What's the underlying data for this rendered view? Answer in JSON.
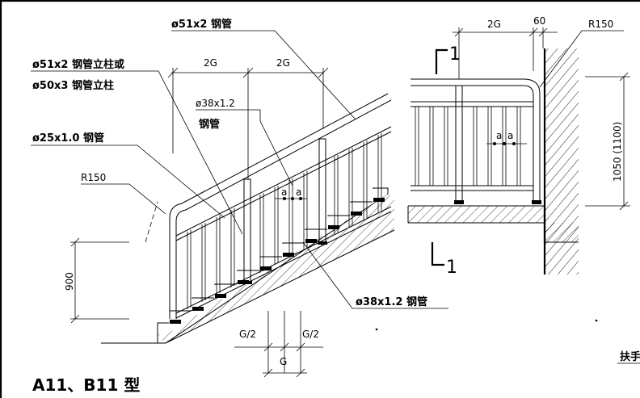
{
  "labels": {
    "top_pipe": "ø51x2 钢管",
    "post_option1": "ø51x2 钢管立柱或",
    "post_option2": "ø50x3 钢管立柱",
    "baluster_pipe_size": "ø38x1.2",
    "baluster_pipe_word": "钢管",
    "rail_pipe": "ø25x1.0 钢管",
    "bottom_pipe": "ø38x1.2 钢管",
    "radius_left": "R150",
    "radius_right": "R150",
    "height_left": "900",
    "height_right": "1050 (1100)",
    "spacing_2g_a": "2G",
    "spacing_2g_b": "2G",
    "spacing_2g_right": "2G",
    "spacing_60": "60",
    "spacing_a1": "a",
    "spacing_a2": "a",
    "spacing_a3": "a",
    "spacing_a4": "a",
    "half_g_left": "G/2",
    "half_g_right": "G/2",
    "g_label": "G",
    "section_top": "1",
    "section_bottom": "1",
    "title": "A11、B11 型",
    "cut_text": "扶手"
  }
}
